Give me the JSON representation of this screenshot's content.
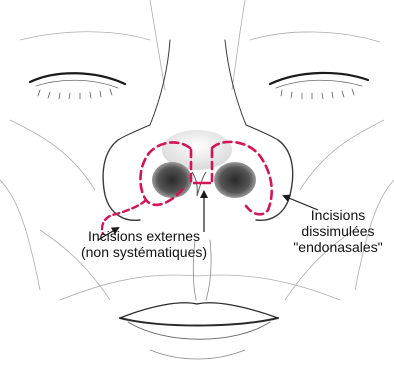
{
  "labels": {
    "external_line1": "Incisions externes",
    "external_line2": "(non systématiques)",
    "endonasal_line1": "Incisions",
    "endonasal_line2": "dissimulées",
    "endonasal_line3": "\"endonasales\""
  },
  "colors": {
    "incision": "#d4145a",
    "ink": "#1a1a1a",
    "shade": "#8a8a8a",
    "background": "#ffffff"
  },
  "icons": [
    "arrow-icon"
  ]
}
